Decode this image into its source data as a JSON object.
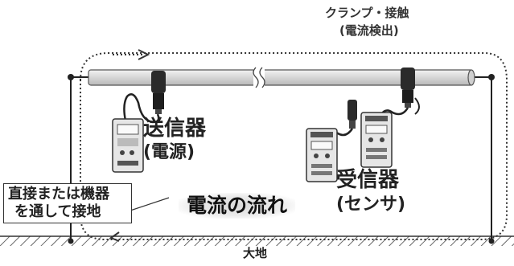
{
  "clamp": {
    "title": "クランプ・接触",
    "subtitle": "(電流検出)"
  },
  "transmitter": {
    "name": "送信器",
    "subtitle": "(電源)"
  },
  "receiver": {
    "name": "受信器",
    "subtitle": "(センサ)"
  },
  "current_flow": "電流の流れ",
  "grounding": {
    "line1": "直接または機器",
    "line2": "を通して接地"
  },
  "earth": "大地",
  "colors": {
    "pipe": "#dcdcdc",
    "line": "#222222",
    "flow_dots": "#333333",
    "device_body": "#e8e8e8",
    "clamp": "#2a2a2a"
  }
}
